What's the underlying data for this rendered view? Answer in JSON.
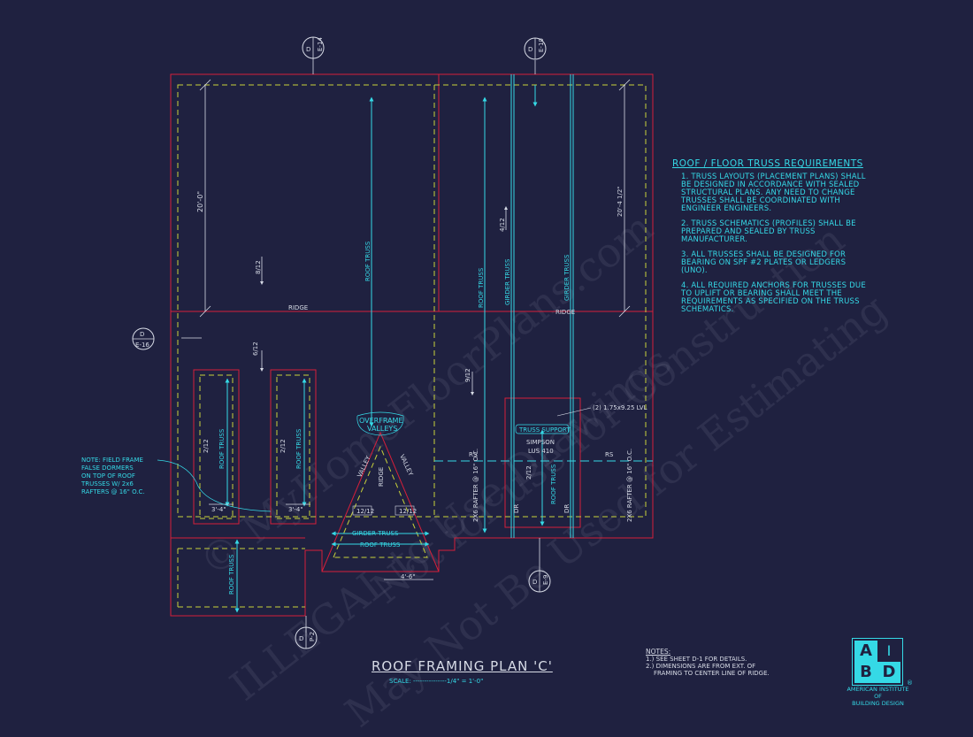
{
  "plan": {
    "title": "ROOF FRAMING PLAN 'C'",
    "scale": "SCALE: ---------------1/4\" = 1'-0\""
  },
  "section_tags": [
    {
      "letter": "D",
      "sheet": "E-14"
    },
    {
      "letter": "D",
      "sheet": "E-10"
    },
    {
      "letter": "D",
      "sheet": "E-16"
    },
    {
      "letter": "D",
      "sheet": "E-9"
    },
    {
      "letter": "D",
      "sheet": "P-2"
    }
  ],
  "labels": {
    "ridge_left": "RIDGE",
    "ridge_right": "RIDGE",
    "dim_20_0": "20'-0\"",
    "dim_20_4": "20'-4 1/2\"",
    "pitch_8_12": "8/12",
    "pitch_6_12": "6/12",
    "pitch_4_12": "4/12",
    "pitch_9_12": "9/12",
    "pitch_2_12_a": "2/12",
    "pitch_2_12_b": "2/12",
    "pitch_2_12_c": "2/12",
    "roof_truss_center": "ROOF TRUSS",
    "roof_truss_right": "ROOF TRUSS",
    "girder_truss_1": "GIRDER TRUSS",
    "girder_truss_2": "GIRDER TRUSS",
    "roof_truss_dormer1": "ROOF TRUSS",
    "roof_truss_dormer2": "ROOF TRUSS",
    "roof_truss_lower": "ROOF TRUSS",
    "roof_truss_box": "ROOF TRUSS",
    "dim_3_4_a": "3'-4\"",
    "dim_3_4_b": "3'-4\"",
    "dim_4_6": "4'-6\"",
    "overframe": "OVERFRAME",
    "valleys": "VALLEYS",
    "valley_l": "VALLEY",
    "valley_r": "VALLEY",
    "ridge_v": "RIDGE",
    "pitch_12_12_a": "12/12",
    "pitch_12_12_b": "12/12",
    "girder_truss_h": "GIRDER TRUSS",
    "roof_truss_h": "ROOF TRUSS",
    "rafter_l": "2X6 RAFTER @ 16\" O.C.",
    "rafter_r": "2X6 RAFTER @ 16\" O.C.",
    "rs_1": "RS",
    "rs_2": "RS",
    "dr_1": "DR",
    "dr_2": "DR",
    "truss_support": "TRUSS SUPPORT",
    "simpson": "SIMPSON",
    "lus": "LUS 410",
    "lvl": "(2) 1.75x9.25 LVL",
    "dormer_note": [
      "NOTE: FIELD FRAME",
      "FALSE DORMERS",
      "ON TOP OF ROOF",
      "TRUSSES W/ 2x6",
      "RAFTERS @ 16\" O.C."
    ]
  },
  "truss_requirements": {
    "title": "ROOF / FLOOR TRUSS REQUIREMENTS",
    "items": [
      "1. TRUSS LAYOUTS (PLACEMENT PLANS) SHALL BE DESIGNED IN ACCORDANCE WITH SEALED STRUCTURAL PLANS. ANY NEED TO CHANGE TRUSSES SHALL BE COORDINATED WITH ENGINEER ENGINEERS.",
      "2. TRUSS SCHEMATICS (PROFILES) SHALL BE PREPARED AND SEALED BY TRUSS MANUFACTURER.",
      "3. ALL TRUSSES SHALL BE DESIGNED FOR BEARING ON SPF #2 PLATES OR LEDGERS (UNO).",
      "4. ALL REQUIRED ANCHORS FOR TRUSSES DUE TO UPLIFT OR BEARING SHALL MEET THE REQUIREMENTS AS SPECIFIED ON THE TRUSS SCHEMATICS."
    ]
  },
  "general_notes": {
    "title": "NOTES:",
    "items": [
      "1.) SEE SHEET D-1 FOR DETAILS.",
      "2.) DIMENSIONS ARE FROM EXT. OF",
      "FRAMING TO CENTER LINE OF RIDGE."
    ]
  },
  "logo": {
    "letters": [
      "A",
      "I",
      "B",
      "D"
    ],
    "name_lines": [
      "AMERICAN INSTITUTE",
      "OF",
      "BUILDING DESIGN"
    ],
    "reg": "®"
  },
  "watermark": [
    "© MyHomeFloorPlans.com",
    "Not for use for Construction",
    "ILLEGAL to Use Drawings",
    "May Not Be Used for Estimating"
  ],
  "colors": {
    "background": "#1f2140",
    "wall": "#d61f3a",
    "truss": "#35d9e6",
    "dash": "#c8d23a",
    "text": "#d7dbe6"
  }
}
